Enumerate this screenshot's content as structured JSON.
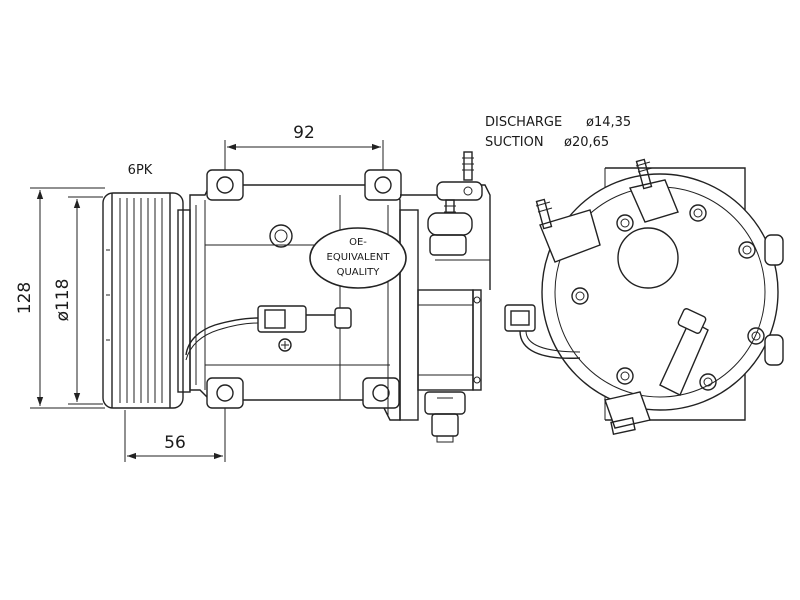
{
  "specs": {
    "discharge_label": "DISCHARGE",
    "discharge_value": "ø14,35",
    "suction_label": "SUCTION",
    "suction_value": "ø20,65"
  },
  "dimensions": {
    "top_width": "92",
    "pulley_offset": "56",
    "overall_height": "128",
    "pulley_diameter": "ø118",
    "belt_type": "6PK"
  },
  "badge": {
    "line1": "OE-",
    "line2": "EQUIVALENT",
    "line3": "QUALITY"
  }
}
